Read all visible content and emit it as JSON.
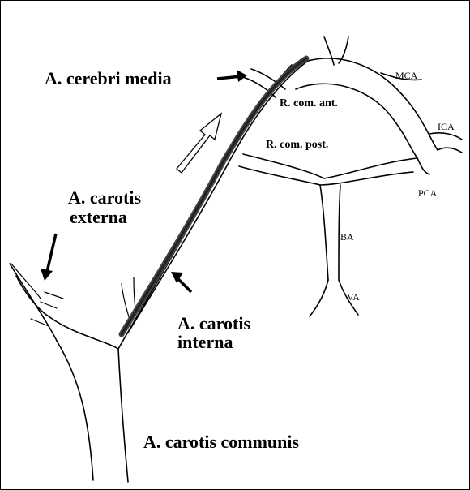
{
  "labels": {
    "media": "A. cerebri media",
    "externa_1": "A. carotis",
    "externa_2": "externa",
    "interna_1": "A. carotis",
    "interna_2": "interna",
    "communis": "A. carotis communis",
    "com_ant": "R. com. ant.",
    "com_post": "R. com. post.",
    "mca": "MCA",
    "ica": "ICA",
    "pca": "PCA",
    "ba": "BA",
    "va": "VA"
  }
}
